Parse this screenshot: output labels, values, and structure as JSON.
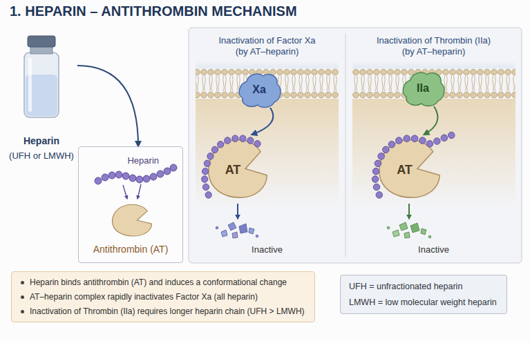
{
  "diagram": {
    "title": "1. HEPARIN – ANTITHROMBIN MECHANISM",
    "nodes": [
      {
        "text": [
          "Heparin",
          "(UFH or LMWH)"
        ]
      },
      {
        "text": [
          "Heparin",
          "Antithrombin (AT)"
        ]
      },
      {
        "text": [
          "Inactivation of Factor Xa (by AT–heparin)",
          "Inactive"
        ]
      },
      {
        "text": [
          "Xa"
        ],
        "in": 2
      },
      {
        "text": [
          "AT"
        ],
        "in": 2
      },
      {
        "text": [
          "Inactivation of Thrombin (IIa) (by AT–heparin)",
          "Inactive"
        ]
      },
      {
        "text": [
          "IIa"
        ],
        "in": 5
      },
      {
        "text": [
          "AT"
        ],
        "in": 5
      },
      {
        "text": [
          "Heparin binds antithrombin (AT) and induces a conformational change",
          "AT–heparin complex rapidly inactivates Factor Xa (all heparin)",
          "Inactivation of Thrombin (IIa) requires longer heparin chain (UFH > LMWH)"
        ]
      },
      {
        "text": [
          "UFH = unfractionated heparin",
          "LMWH = low molecular weight heparin"
        ]
      }
    ],
    "edges": [
      {
        "from": 0,
        "to": 1,
        "arrow": "to"
      },
      {
        "from": 3,
        "to": 4,
        "arrow": "to"
      },
      {
        "from": 6,
        "to": 7,
        "arrow": "to"
      }
    ]
  }
}
